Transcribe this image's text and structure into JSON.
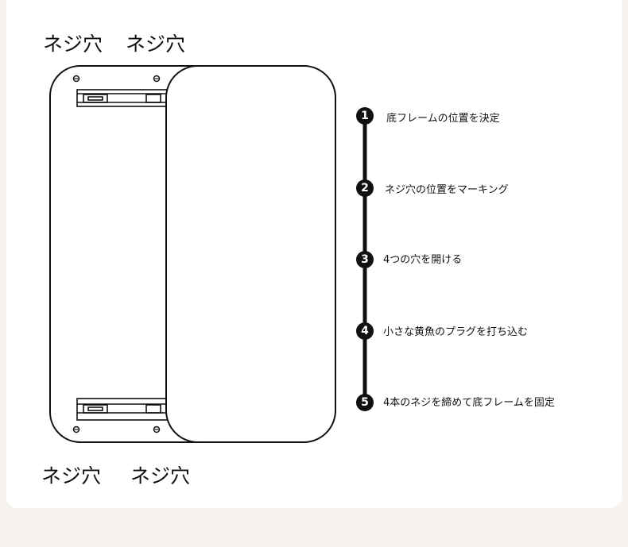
{
  "labels": {
    "top_left": "ネジ穴",
    "top_right": "ネジ穴",
    "bottom_left": "ネジ穴",
    "bottom_right": "ネジ穴"
  },
  "steps": [
    {
      "num": "1",
      "text": "底フレームの位置を決定"
    },
    {
      "num": "2",
      "text": "ネジ穴の位置をマーキング"
    },
    {
      "num": "3",
      "text": "4つの穴を開ける"
    },
    {
      "num": "4",
      "text": "小さな黄魚のプラグを打ち込む"
    },
    {
      "num": "5",
      "text": "4本のネジを締めて底フレームを固定"
    }
  ],
  "colors": {
    "background": "#f7f3ef",
    "card": "#ffffff",
    "line": "#111111"
  }
}
